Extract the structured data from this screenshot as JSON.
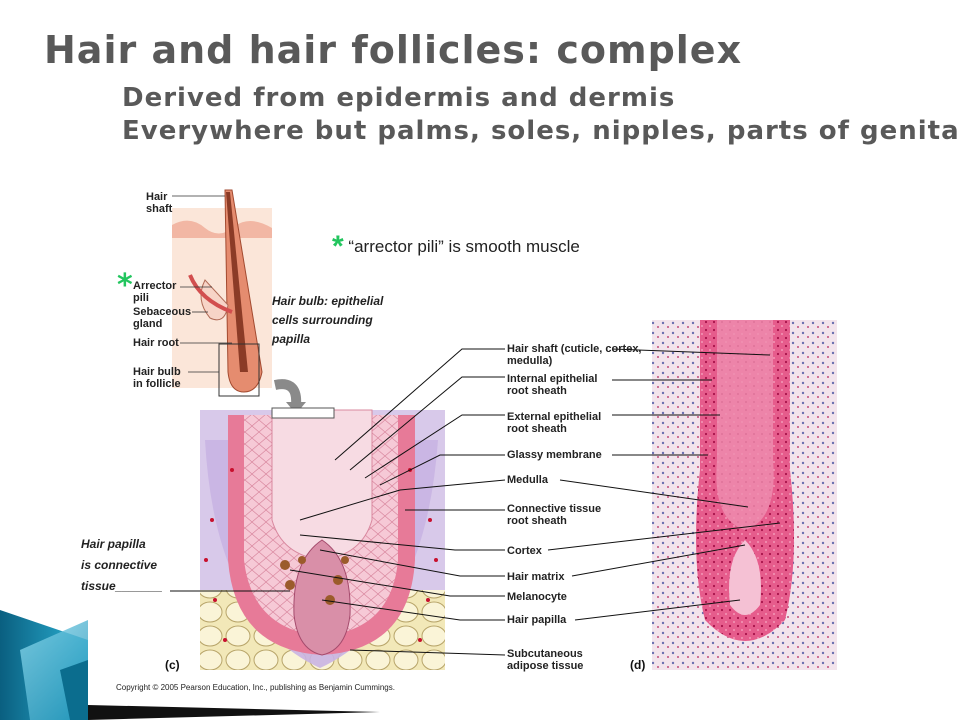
{
  "slide": {
    "title": "Hair and hair follicles: complex",
    "subtitle_1": "Derived from epidermis and dermis",
    "subtitle_2": "Everywhere but palms, soles, nipples, parts of genitalia",
    "note_star": "*",
    "note_text": "“arrector pili” is smooth muscle",
    "star_label": "*",
    "hair_bulb_note": [
      "Hair bulb: epithelial",
      "cells surrounding",
      "papilla"
    ],
    "hair_papilla_note": [
      "Hair papilla",
      "is connective",
      "tissue_______"
    ]
  },
  "small_diagram": {
    "labels": [
      "Hair shaft",
      "Arrector pili",
      "Sebaceous gland",
      "Hair root",
      "Hair bulb in follicle"
    ]
  },
  "main_diagram": {
    "labels": [
      "Hair shaft (cuticle, cortex, medulla)",
      "Internal epithelial root sheath",
      "External epithelial root sheath",
      "Glassy membrane",
      "Medulla",
      "Connective tissue root sheath",
      "Cortex",
      "Hair matrix",
      "Melanocyte",
      "Hair papilla",
      "Subcutaneous adipose tissue"
    ],
    "panel_c": "(c)",
    "panel_d": "(d)",
    "copyright": "Copyright © 2005 Pearson Education, Inc., publishing as Benjamin Cummings."
  },
  "colors": {
    "title": "#595959",
    "star": "#22c55e",
    "accent_teal": "#0e7fa0",
    "follicle_pink": "#e77a98",
    "tissue_red": "#c8102e"
  }
}
